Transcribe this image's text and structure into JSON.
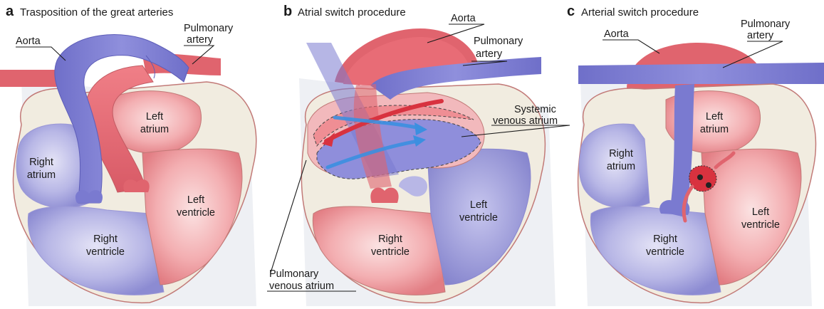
{
  "panels": {
    "a": {
      "letter": "a",
      "title": "Trasposition of the great arteries",
      "labels": {
        "aorta": "Aorta",
        "pulmonary_artery_1": "Pulmonary",
        "pulmonary_artery_2": "artery",
        "left_atrium_1": "Left",
        "left_atrium_2": "atrium",
        "right_atrium_1": "Right",
        "right_atrium_2": "atrium",
        "left_ventricle_1": "Left",
        "left_ventricle_2": "ventricle",
        "right_ventricle_1": "Right",
        "right_ventricle_2": "ventricle"
      }
    },
    "b": {
      "letter": "b",
      "title": "Atrial switch procedure",
      "labels": {
        "aorta": "Aorta",
        "pulmonary_artery_1": "Pulmonary",
        "pulmonary_artery_2": "artery",
        "systemic_venous_atrium_1": "Systemic",
        "systemic_venous_atrium_2": "venous atrium",
        "pulmonary_venous_atrium_1": "Pulmonary",
        "pulmonary_venous_atrium_2": "venous atrium",
        "left_ventricle_1": "Left",
        "left_ventricle_2": "ventricle",
        "right_ventricle_1": "Right",
        "right_ventricle_2": "ventricle"
      }
    },
    "c": {
      "letter": "c",
      "title": "Arterial switch procedure",
      "labels": {
        "aorta": "Aorta",
        "pulmonary_artery_1": "Pulmonary",
        "pulmonary_artery_2": "artery",
        "left_atrium_1": "Left",
        "left_atrium_2": "atrium",
        "right_atrium_1": "Right",
        "right_atrium_2": "atrium",
        "left_ventricle_1": "Left",
        "left_ventricle_2": "ventricle",
        "right_ventricle_1": "Right",
        "right_ventricle_2": "ventricle"
      }
    }
  },
  "colors": {
    "oxygenated": "#e0646e",
    "deoxygenated": "#7a7ad0",
    "pericardium": "#f1ece0",
    "outline": "#c27a78"
  }
}
